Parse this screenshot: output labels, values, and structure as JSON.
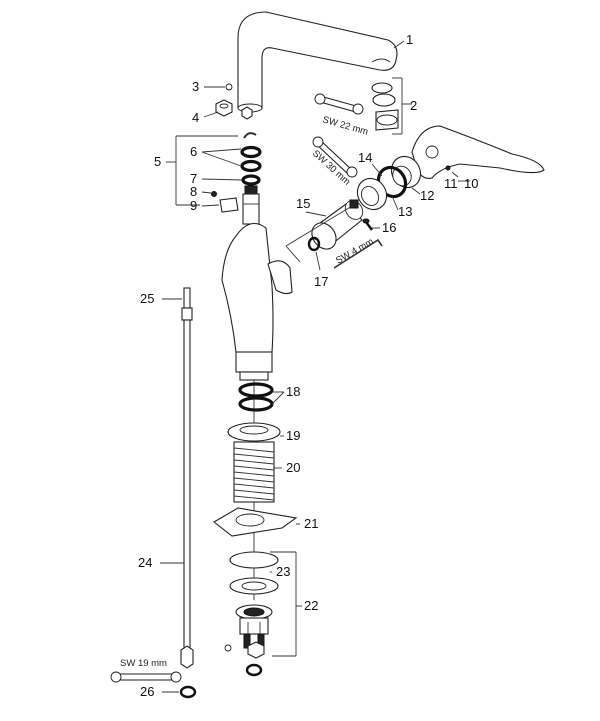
{
  "labels": {
    "p1": "1",
    "p2": "2",
    "p3": "3",
    "p4": "4",
    "p5": "5",
    "p6": "6",
    "p7": "7",
    "p8": "8",
    "p9": "9",
    "p10": "10",
    "p11": "11",
    "p12": "12",
    "p13": "13",
    "p14": "14",
    "p15": "15",
    "p16": "16",
    "p17": "17",
    "p18": "18",
    "p19": "19",
    "p20": "20",
    "p21": "21",
    "p22": "22",
    "p23": "23",
    "p24": "24",
    "p25": "25",
    "p26": "26"
  },
  "wrenches": {
    "sw22": "SW 22 mm",
    "sw30": "SW 30 mm",
    "sw4": "SW 4 mm",
    "sw19": "SW 19 mm"
  }
}
